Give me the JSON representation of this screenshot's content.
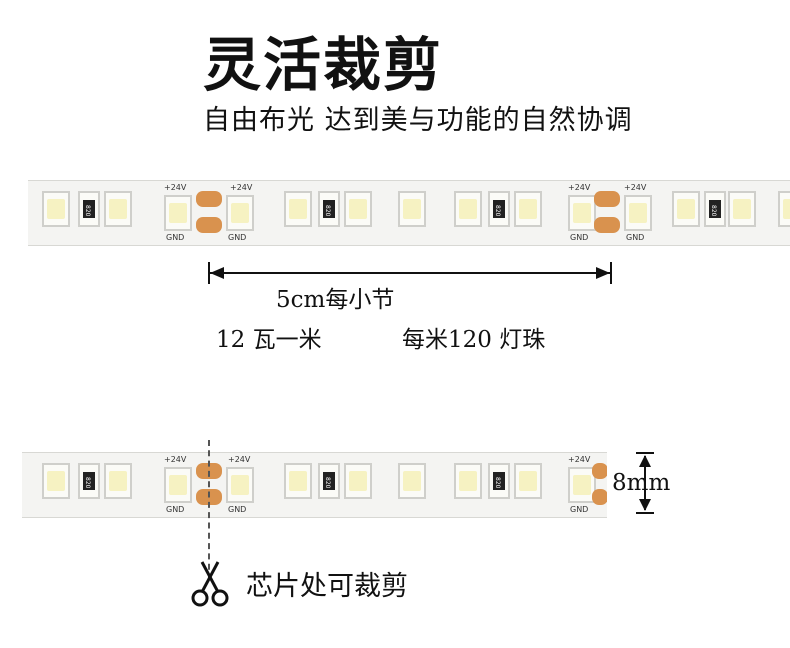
{
  "title": "灵活裁剪",
  "subtitle": "自由布光 达到美与功能的自然协调",
  "strip": {
    "plus_label": "+24V",
    "gnd_label": "GND",
    "resistor_code": "820"
  },
  "spacing_label": "5cm每小节",
  "power_label": "12 瓦一米",
  "density_label": "每米120 灯珠",
  "width_label": "8mm",
  "cut_label": "芯片处可裁剪",
  "icons": {
    "cut": "scissors-icon"
  },
  "colors": {
    "pad": "#d9924e",
    "strip": "#f4f4f2",
    "led": "#f6f2c2"
  }
}
